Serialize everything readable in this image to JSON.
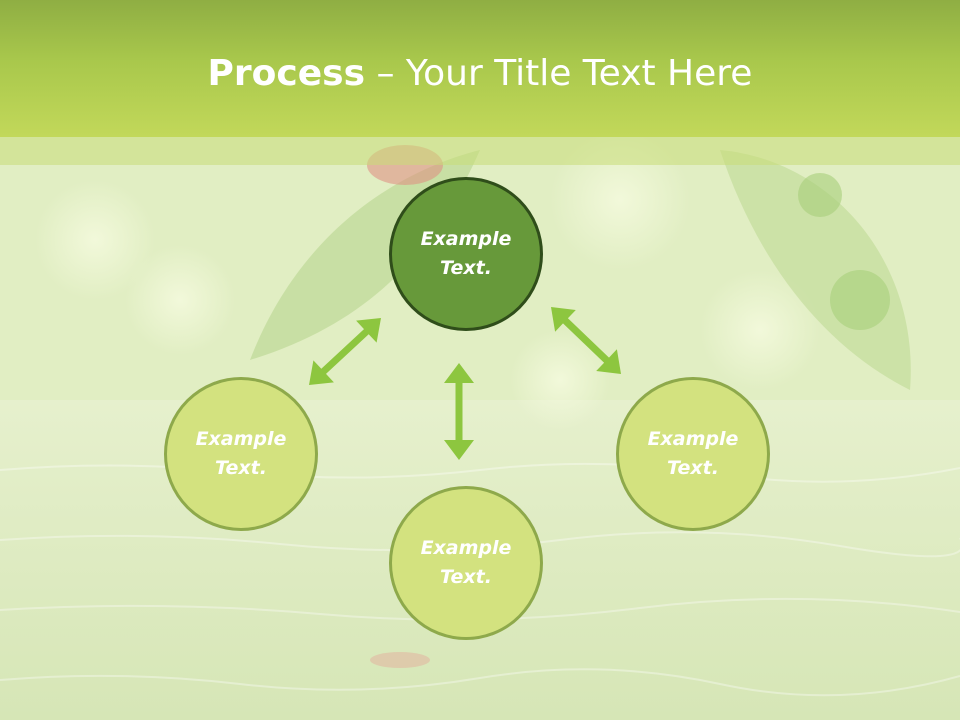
{
  "title": {
    "bold": "Process",
    "rest": " – Your Title Text Here"
  },
  "nodes": {
    "top": "Example\nText.",
    "left": "Example\nText.",
    "right": "Example\nText.",
    "bottom": "Example\nText."
  },
  "colors": {
    "title_bar": "#a9c84c",
    "center_node": "#67993a",
    "center_border": "#2f4d1a",
    "outer_node": "#d3e27f",
    "outer_border": "#8ea94b",
    "arrow": "#8dc63f"
  }
}
